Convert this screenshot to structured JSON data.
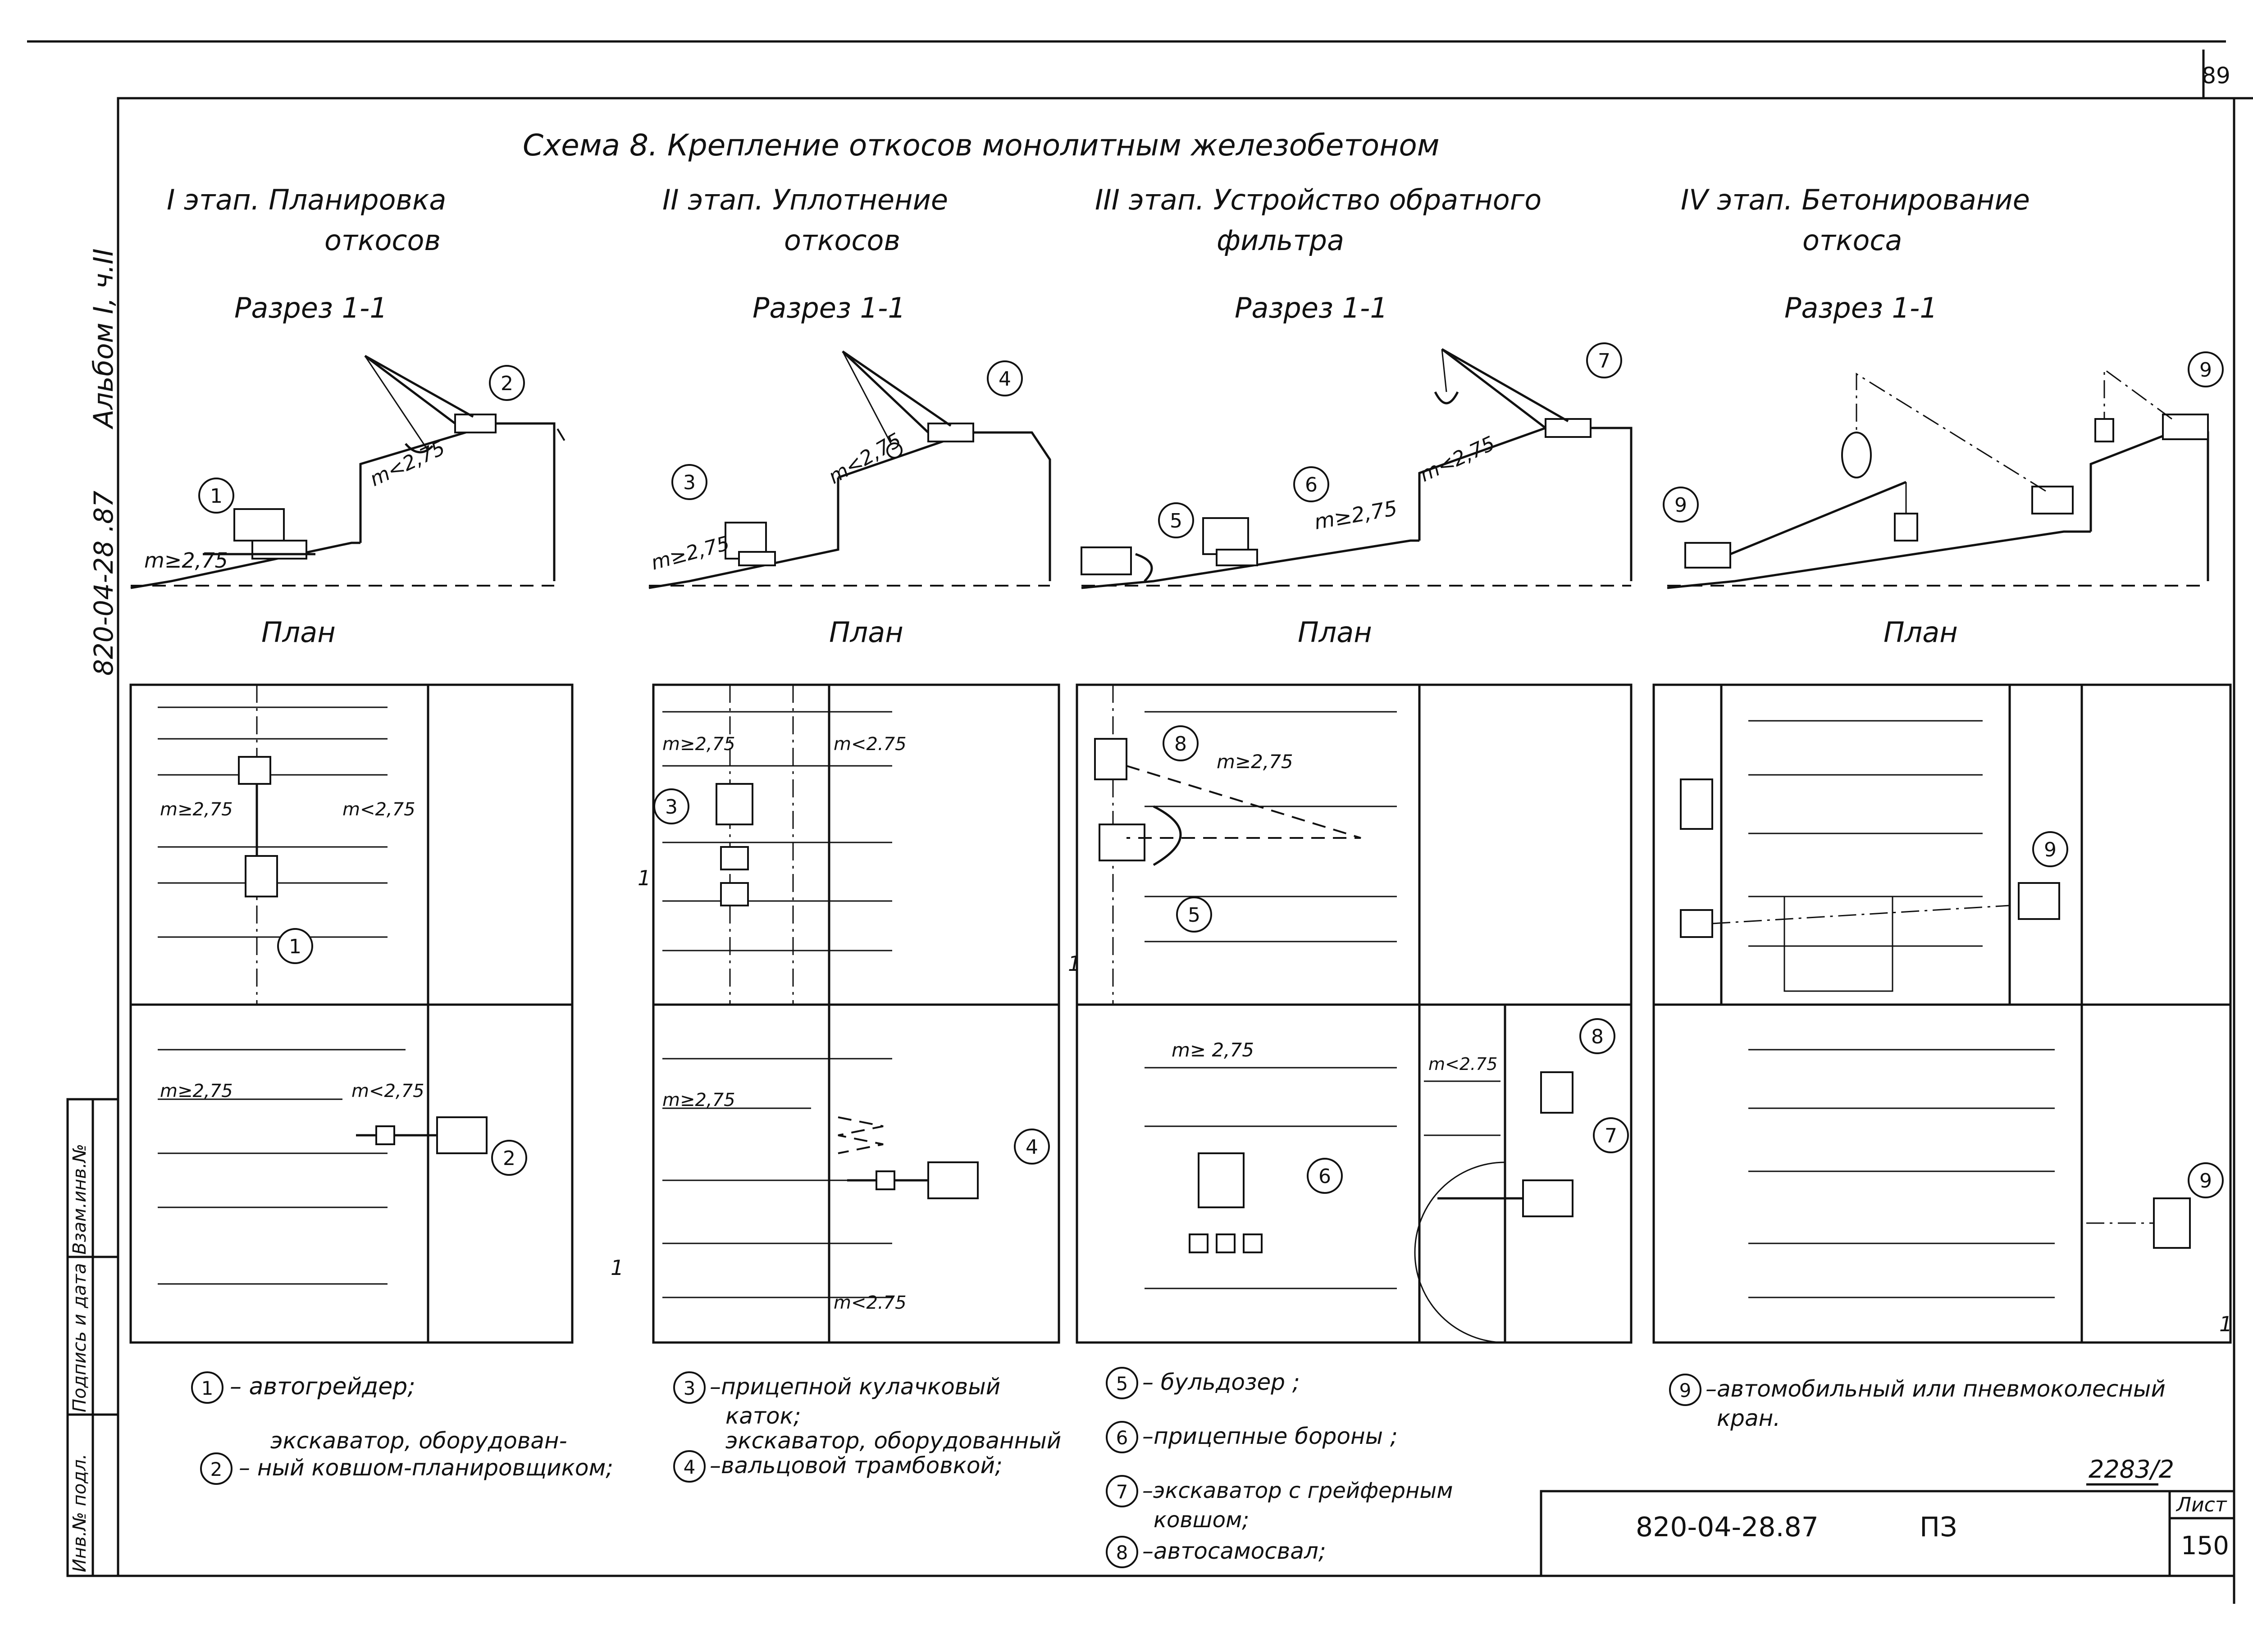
{
  "sheet_number": "89",
  "side_title": "Альбом I, ч.II",
  "side_code": "820-04-28 .87",
  "title": "Схема 8. Крепление откосов монолитным железобетоном",
  "stages": [
    {
      "title_line1": "I этап. Планировка",
      "title_line2": "откосов",
      "section": "Разрез 1-1",
      "plan": "План"
    },
    {
      "title_line1": "II этап. Уплотнение",
      "title_line2": "откосов",
      "section": "Разрез 1-1",
      "plan": "План"
    },
    {
      "title_line1": "III этап. Устройство обратного",
      "title_line2": "фильтра",
      "section": "Разрез 1-1",
      "plan": "План"
    },
    {
      "title_line1": "IV этап. Бетонирование",
      "title_line2": "откоса",
      "section": "Разрез 1-1",
      "plan": "План"
    }
  ],
  "slope_labels": {
    "m_ge": "m≥2,75",
    "m_ge_spaced": "m≥ 2,75",
    "m_lt": "m<2,75",
    "m_lt_short": "m<2.75",
    "cut_mark": "1"
  },
  "markers": [
    "1",
    "2",
    "3",
    "4",
    "5",
    "6",
    "7",
    "8",
    "9"
  ],
  "legend": [
    {
      "num": "1",
      "text": "– автогрейдер;"
    },
    {
      "num": "2",
      "line1": "экскаватор, оборудован-",
      "line2": "– ный ковшом-планировщиком;"
    },
    {
      "num": "3",
      "line1": "–прицепной кулачковый",
      "line2": "каток;"
    },
    {
      "num": "4",
      "line1": "экскаватор, оборудованный",
      "line2": "–вальцовой трамбовкой;"
    },
    {
      "num": "5",
      "text": "– бульдозер ;"
    },
    {
      "num": "6",
      "text": "–прицепные бороны ;"
    },
    {
      "num": "7",
      "line1": "–экскаватор с грейферным",
      "line2": "ковшом;"
    },
    {
      "num": "8",
      "text": "–автосамосвал;"
    },
    {
      "num": "9",
      "line1": "–автомобильный или пневмоколесный",
      "line2": "кран."
    }
  ],
  "stamp": {
    "drawing_ref": "2283/2",
    "code": "820-04-28.87",
    "section": "ПЗ",
    "sheet_label": "Лист",
    "sheet": "150"
  },
  "side_stamp": {
    "col1": "Инв.№ подл.",
    "col2": "Подпись и дата",
    "col3": "Взам.инв.№"
  }
}
